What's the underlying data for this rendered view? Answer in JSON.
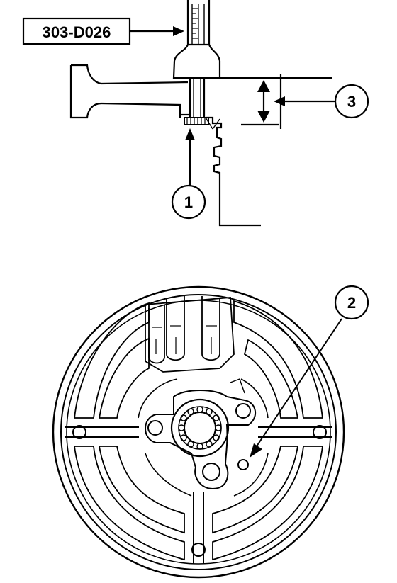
{
  "tool_label": "303-D026",
  "callouts": [
    {
      "id": "1",
      "label": "1"
    },
    {
      "id": "2",
      "label": "2"
    },
    {
      "id": "3",
      "label": "3"
    }
  ],
  "colors": {
    "ink": "#000000",
    "paper": "#ffffff"
  }
}
